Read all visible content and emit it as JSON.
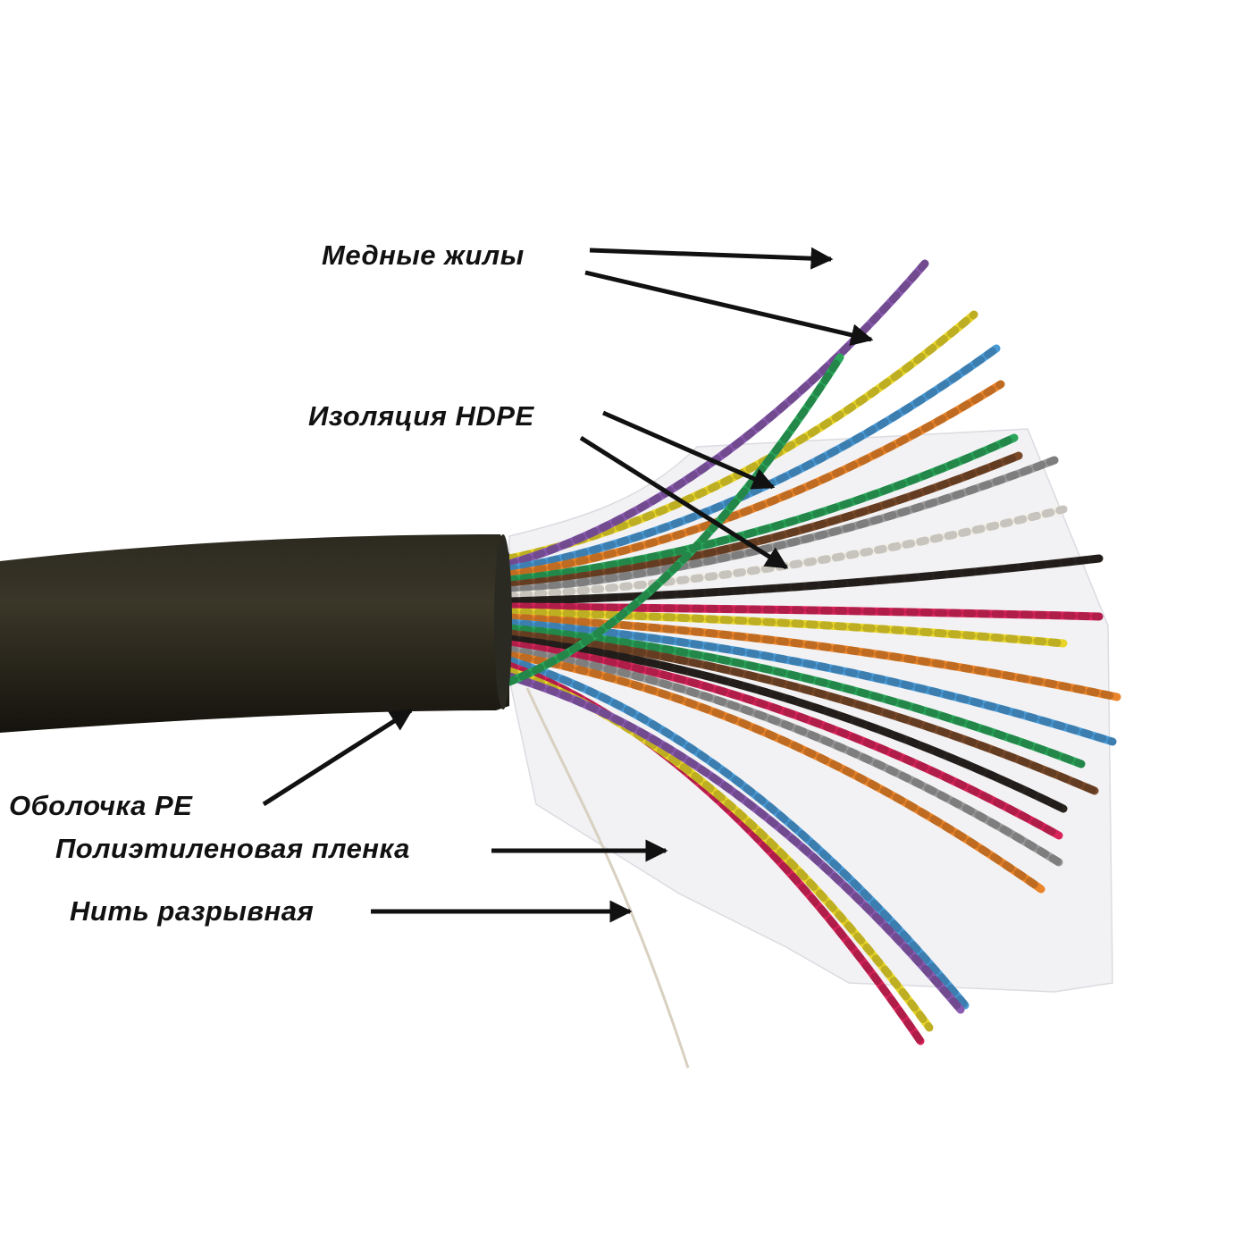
{
  "labels": {
    "copper": "Медные жилы",
    "insulation": "Изоляция HDPE",
    "sheath": "Оболочка PE",
    "film": "Полиэтиленовая пленка",
    "ripcord": "Нить разрывная"
  },
  "colors": {
    "jacket": "#1f1c14",
    "arrow": "#111111",
    "film": "#f1f1f3"
  },
  "wire_colors": [
    "#e8d52a",
    "#8a5bb0",
    "#4a9ad6",
    "#e9842a",
    "#2aa55a",
    "#7a4a2a",
    "#9a9a9a",
    "#f2efe6",
    "#2a2420",
    "#d8245a",
    "#e8d52a",
    "#e9842a",
    "#4a9ad6",
    "#2aa55a",
    "#7a4a2a",
    "#2a2420",
    "#d8245a",
    "#9a9a9a",
    "#e9842a",
    "#4a9ad6",
    "#d8245a",
    "#e8d52a",
    "#8a5bb0",
    "#2aa55a"
  ]
}
